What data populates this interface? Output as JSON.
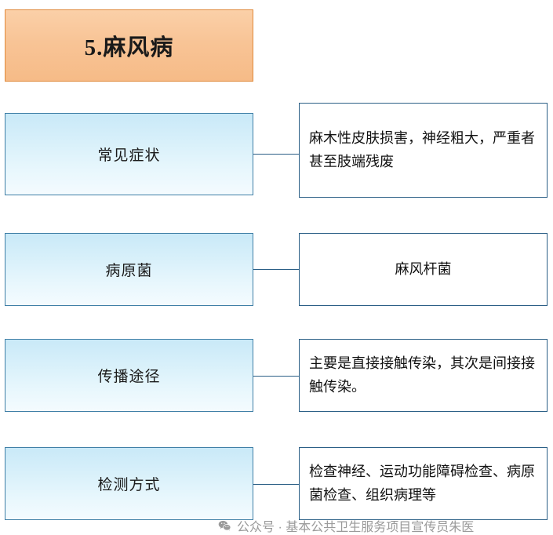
{
  "title": {
    "text": "5.麻风病"
  },
  "rows": [
    {
      "label": "常见症状",
      "content": "麻木性皮肤损害，神经粗大，严重者甚至肢端残废",
      "align": "left"
    },
    {
      "label": "病原菌",
      "content": "麻风杆菌",
      "align": "center"
    },
    {
      "label": "传播途径",
      "content": "主要是直接接触传染，其次是间接接触传染。",
      "align": "left"
    },
    {
      "label": "检测方式",
      "content": "检查神经、运动功能障碍检查、病原菌检查、组织病理等",
      "align": "left"
    }
  ],
  "watermark": {
    "text": "公众号 · 基本公共卫生服务项目宣传员朱医",
    "icon": "wechat-icon"
  },
  "colors": {
    "title_fill": "#f8c496",
    "title_border": "#e08a3c",
    "label_fill": "#d8f0fa",
    "label_border": "#3f7fa6",
    "content_border": "#2b5f86",
    "content_fill": "#ffffff"
  }
}
